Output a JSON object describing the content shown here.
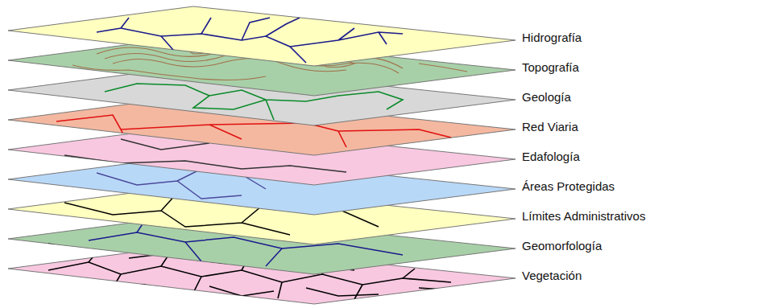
{
  "diagram": {
    "labels": [
      "Hidrografía",
      "Topografía",
      "Geología",
      "Red Viaria",
      "Edafología",
      "Áreas Protegidas",
      "Límites Administrativos",
      "Geomorfología",
      "Vegetación"
    ]
  }
}
